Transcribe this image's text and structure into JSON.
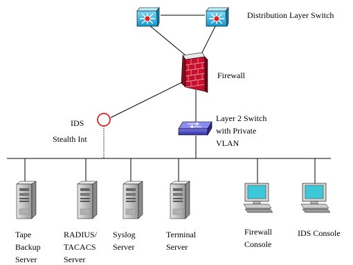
{
  "labels": {
    "distribution_switch": "Distribution Layer Switch",
    "firewall": "Firewall",
    "ids": "IDS",
    "stealth_int": "Stealth Int",
    "layer2_switch_line1": "Layer 2 Switch",
    "layer2_switch_line2": "with Private",
    "layer2_switch_line3": "VLAN",
    "tape_line1": "Tape",
    "tape_line2": "Backup",
    "tape_line3": "Server",
    "radius_line1": "RADIUS/",
    "radius_line2": "TACACS",
    "radius_line3": "Server",
    "syslog_line1": "Syslog",
    "syslog_line2": "Server",
    "terminal_line1": "Terminal",
    "terminal_line2": "Server",
    "fwconsole_line1": "Firewall",
    "fwconsole_line2": "Console",
    "ids_console": "IDS Console"
  },
  "icons": {
    "distribution_switch": "multilayer-switch-icon",
    "firewall": "brick-firewall-icon",
    "ids": "ids-sensor-icon",
    "layer2_switch": "workgroup-switch-icon",
    "server": "tower-server-icon",
    "console": "desktop-pc-icon"
  },
  "colors": {
    "switch_blue": "#1aa9d9",
    "switch_star": "#e02020",
    "firewall_red": "#c8102e",
    "ids_ring": "#e02020",
    "l2_switch": "#4a4ac8",
    "server_gray": "#c8c8c8",
    "monitor_screen": "#3cc8d8"
  }
}
